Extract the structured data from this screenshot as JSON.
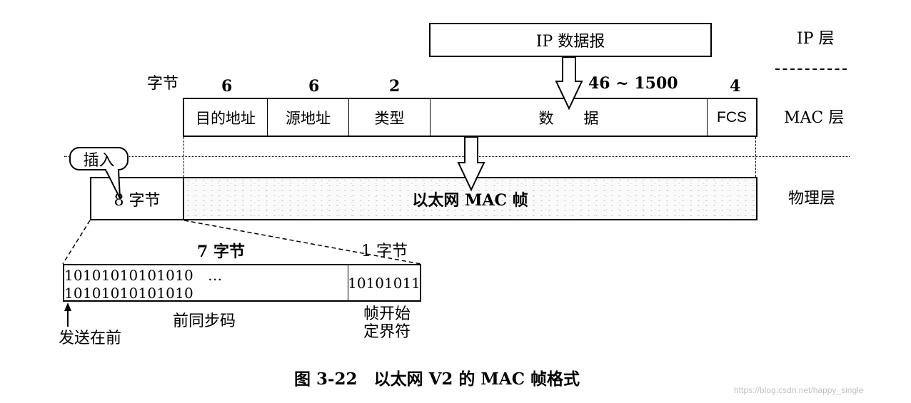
{
  "layers": {
    "ip": "IP 层",
    "mac": "MAC 层",
    "physical": "物理层"
  },
  "ip_datagram": "IP 数据报",
  "bytes_label": "字节",
  "mac_frame": {
    "field_sizes": [
      "6",
      "6",
      "2",
      "46 ~ 1500",
      "4"
    ],
    "fields": [
      "目的地址",
      "源地址",
      "类型",
      "数　　据",
      "FCS"
    ]
  },
  "physical_frame": {
    "insert_callout": "插入",
    "preamble_bytes": "8 字节",
    "frame_label": "以太网 MAC 帧"
  },
  "preamble_detail": {
    "sync_bytes": "7 字节",
    "sfd_bytes": "1 字节",
    "sync_bits": "10101010101010　… 10101010101010",
    "sfd_bits": "10101011",
    "sync_label": "前同步码",
    "sfd_label_line1": "帧开始",
    "sfd_label_line2": "定界符",
    "send_first": "发送在前"
  },
  "caption": "图 3-22　以太网 V2 的 MAC 帧格式",
  "watermark": "https://blog.csdn.net/happy_single"
}
